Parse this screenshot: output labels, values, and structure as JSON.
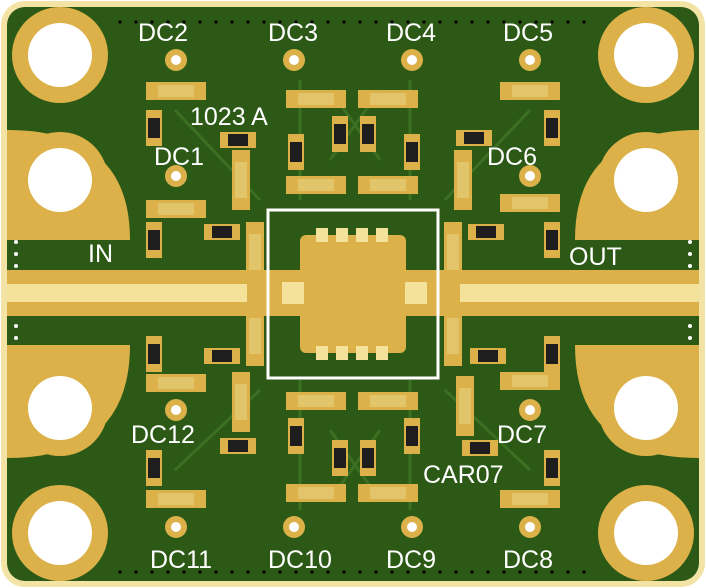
{
  "board": {
    "part_label": "1023 A",
    "car_label": "CAR07",
    "in_label": "IN",
    "out_label": "OUT",
    "colors": {
      "outline": "#f3e4a6",
      "soldermask": "#2c5a16",
      "pad": "#dcb14a",
      "pad_light": "#f4e29a",
      "silk": "#ffffff",
      "hole": "#ffffff",
      "part_body": "#1e1e1e"
    }
  },
  "dc_labels": {
    "dc1": "DC1",
    "dc2": "DC2",
    "dc3": "DC3",
    "dc4": "DC4",
    "dc5": "DC5",
    "dc6": "DC6",
    "dc7": "DC7",
    "dc8": "DC8",
    "dc9": "DC9",
    "dc10": "DC10",
    "dc11": "DC11",
    "dc12": "DC12"
  }
}
